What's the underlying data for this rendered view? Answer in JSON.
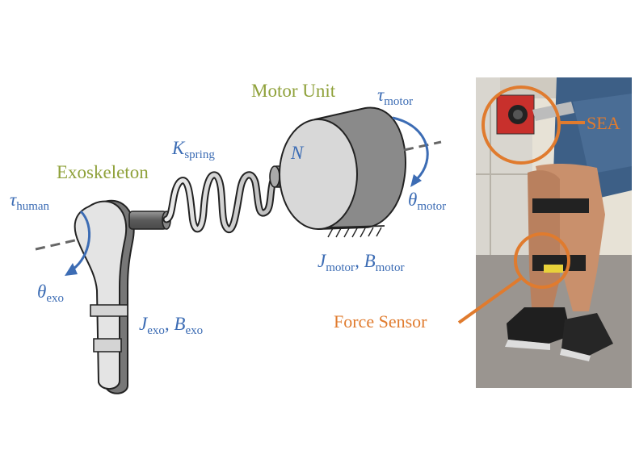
{
  "labels": {
    "motor_unit": "Motor Unit",
    "exoskeleton": "Exoskeleton",
    "n": "N",
    "k_main": "K",
    "k_sub": "spring",
    "tau_motor_main": "τ",
    "tau_motor_sub": "motor",
    "theta_motor_main": "θ",
    "theta_motor_sub": "motor",
    "tau_human_main": "τ",
    "tau_human_sub": "human",
    "theta_exo_main": "θ",
    "theta_exo_sub": "exo",
    "j_motor_main": "J",
    "j_motor_sub": "motor",
    "b_motor_main": "B",
    "b_motor_sub": "motor",
    "motor_comma": ", ",
    "j_exo_main": "J",
    "j_exo_sub": "exo",
    "b_exo_main": "B",
    "b_exo_sub": "exo",
    "exo_comma": ", ",
    "sea": "SEA",
    "force_sensor": "Force Sensor"
  },
  "colors": {
    "label_green": "#8fa13a",
    "label_blue": "#3c6cb4",
    "label_orange": "#e07b2e",
    "arrow_blue": "#3c6cb4",
    "callout_orange": "#e07b2e"
  }
}
